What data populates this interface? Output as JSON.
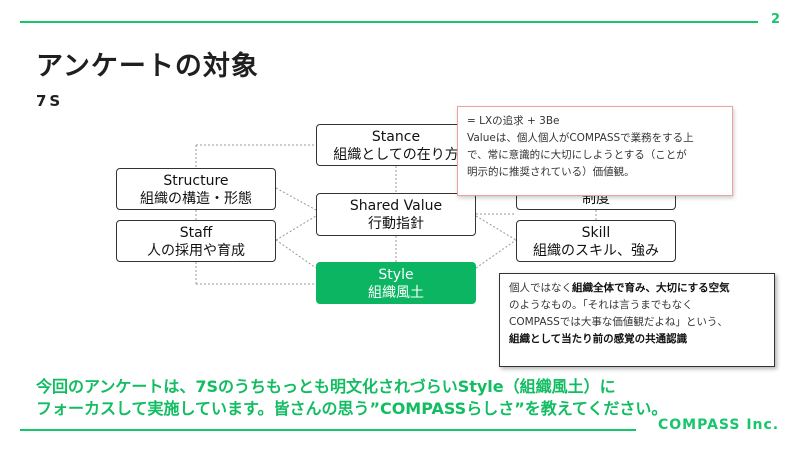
{
  "page_number": "2",
  "title": "アンケートの対象",
  "subtitle": "7S",
  "boxes": {
    "stance": {
      "line1": "Stance",
      "line2": "組織としての在り方"
    },
    "structure": {
      "line1": "Structure",
      "line2": "組織の構造・形態"
    },
    "staff": {
      "line1": "Staff",
      "line2": "人の採用や育成"
    },
    "shared_value": {
      "line1": "Shared Value",
      "line2": "行動指針"
    },
    "system": {
      "line1": "制度"
    },
    "skill": {
      "line1": "Skill",
      "line2": "組織のスキル、強み"
    },
    "style": {
      "line1": "Style",
      "line2": "組織風土"
    }
  },
  "callout_value": {
    "line1": "= LXの追求 + 3Be",
    "line2": "Valueは、個人個人がCOMPASSで業務をする上",
    "line3": "で、常に意識的に大切にしようとする（ことが",
    "line4": "明示的に推奨されている）価値観。"
  },
  "callout_style": {
    "l1_a": "個人ではなく",
    "l1_b": "組織全体で育み、大切にする空気",
    "l2": "のようなもの。「それは言うまでもなく",
    "l3": "COMPASSでは大事な価値観だよね」という、",
    "l4": "組織として当たり前の感覚の共通認識"
  },
  "bottom_message": {
    "line1": "今回のアンケートは、7Sのうちもっとも明文化されづらいStyle（組織風土）に",
    "line2": "フォーカスして実施しています。皆さんの思う”COMPASSらしさ”を教えてください。"
  },
  "footer": "COMPASS Inc.",
  "colors": {
    "accent": "#17c56b",
    "style_box": "#0bb561",
    "callout_border": "#e8a4a4"
  }
}
